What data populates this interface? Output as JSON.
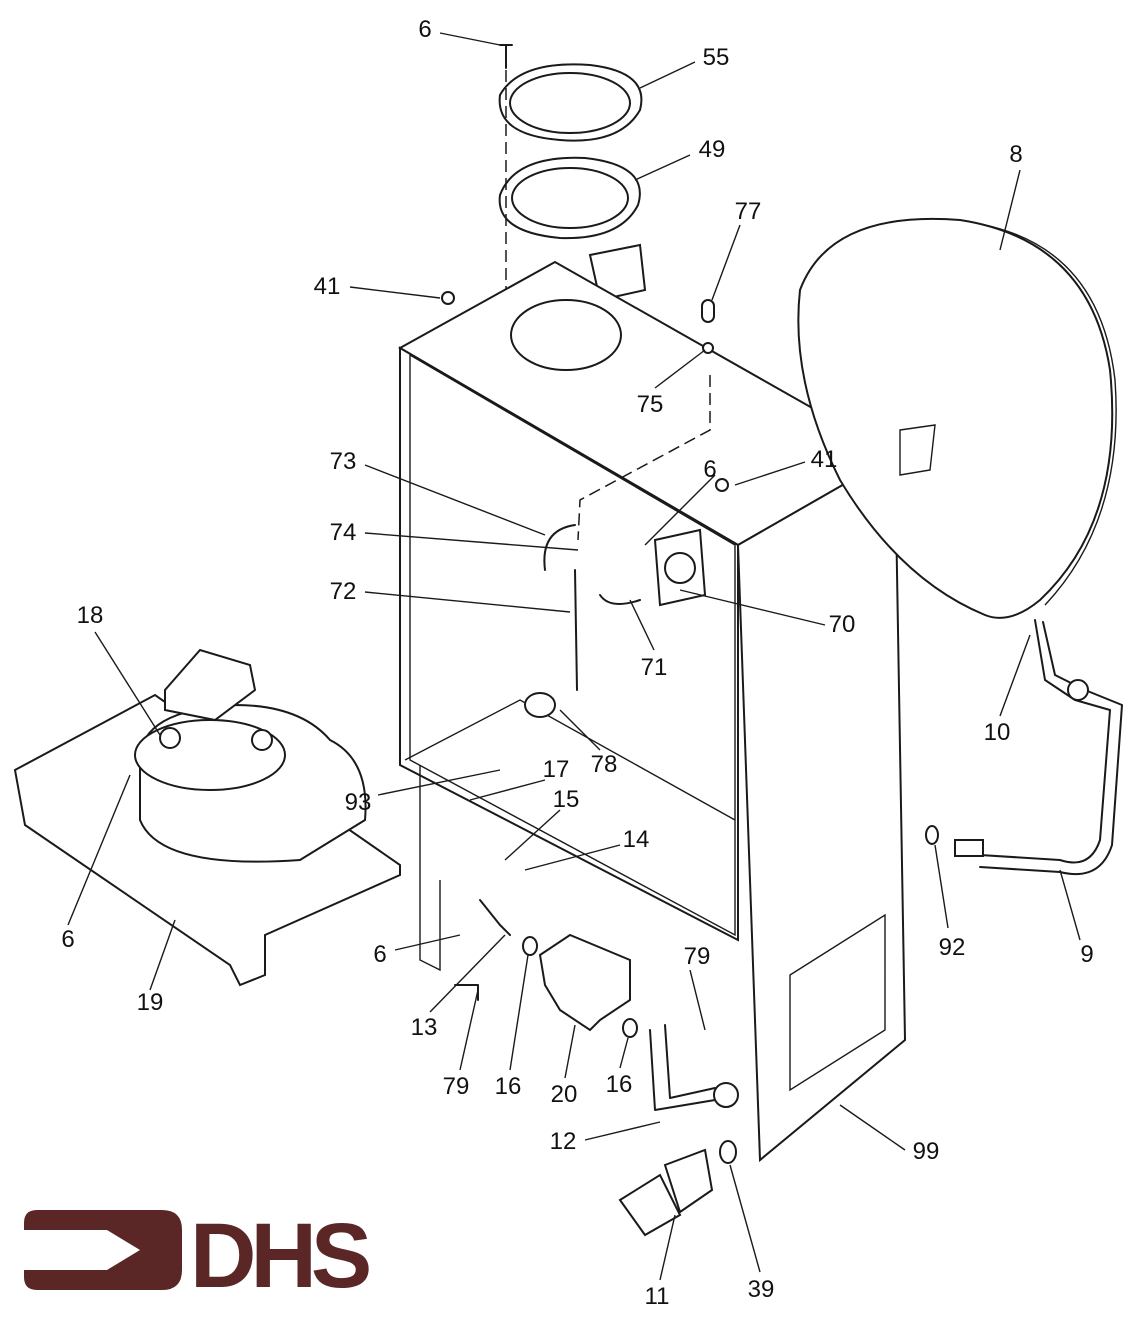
{
  "diagram": {
    "title": "Boiler exploded parts diagram",
    "callouts": [
      "6",
      "55",
      "49",
      "8",
      "77",
      "41",
      "75",
      "73",
      "6",
      "41",
      "74",
      "72",
      "70",
      "71",
      "18",
      "10",
      "78",
      "17",
      "93",
      "15",
      "14",
      "6",
      "92",
      "9",
      "6",
      "19",
      "79",
      "13",
      "79",
      "16",
      "20",
      "16",
      "12",
      "99",
      "11",
      "39"
    ]
  },
  "logo": {
    "text": "DHS",
    "color": "#5a2626"
  }
}
